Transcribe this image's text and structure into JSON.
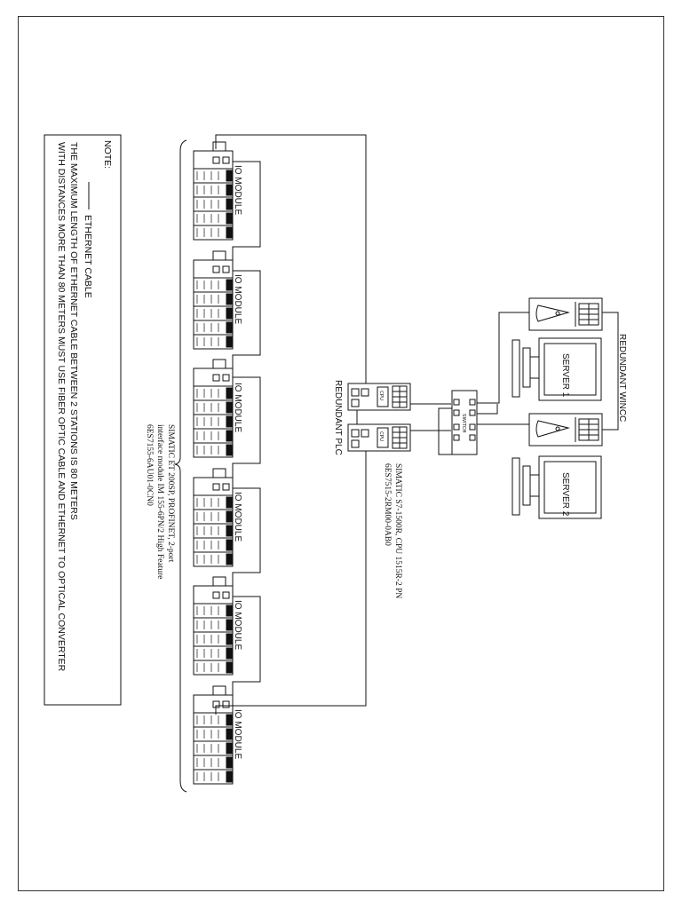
{
  "note": {
    "title": "NOTE:",
    "legend_label": "ETHERNET CABLE",
    "line1": "THE MAXIMUM LENGTH OF ETHERNET CABLE BETWEEN 2 STATIONS IS 80 METERS",
    "line2": "WITH DISTANCES MORE THAN 80 METERS MUST USE FIBER OPTIC CABLE AND ETHERNET TO OPTICAL CONVERTER"
  },
  "io_module_label": "IO MODULE",
  "io_modules": [
    {
      "label": "IO MODULE"
    },
    {
      "label": "IO MODULE"
    },
    {
      "label": "IO MODULE"
    },
    {
      "label": "IO MODULE"
    },
    {
      "label": "IO MODULE"
    },
    {
      "label": "IO MODULE"
    }
  ],
  "interface_module": {
    "line1": "SIMATIC ET 200SP, PROFINET, 2-port",
    "line2": "interface module IM 155-6PN/2 High Feature",
    "line3": "6ES7155-6AU01-0CN0"
  },
  "redundant_plc": {
    "label": "REDUNDANT PLC",
    "cpu_tag": "CPU",
    "spec_line1": "SIMATIC S7-1500R, CPU 1515R-2 PN",
    "spec_line2": "6ES7515-2RM00-0AB0"
  },
  "switch": {
    "label": "SWITCH"
  },
  "redundant_wincc": {
    "label": "REDUNDANT WINCC"
  },
  "servers": [
    {
      "label": "SERVER 1"
    },
    {
      "label": "SERVER 2"
    }
  ],
  "colors": {
    "line": "#111111",
    "background": "#ffffff"
  }
}
